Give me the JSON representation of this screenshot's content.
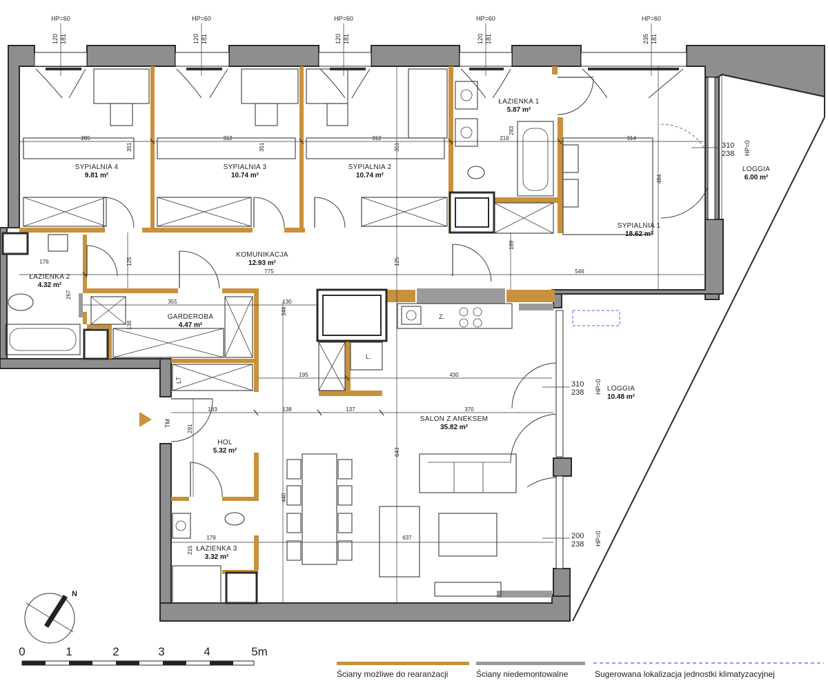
{
  "rooms": {
    "sypialnia4": {
      "name": "SYPIALNIA 4",
      "area": "9.81 m²"
    },
    "sypialnia3": {
      "name": "SYPIALNIA 3",
      "area": "10.74 m²"
    },
    "sypialnia2": {
      "name": "SYPIALNIA 2",
      "area": "10.74 m²"
    },
    "lazienka1": {
      "name": "ŁAZIENKA 1",
      "area": "5.87 m²"
    },
    "sypialnia1": {
      "name": "SYPIALNIA 1",
      "area": "18.62 m²"
    },
    "loggia1": {
      "name": "LOGGIA",
      "area": "6.00 m²"
    },
    "komunikacja": {
      "name": "KOMUNIKACJA",
      "area": "12.93  m²"
    },
    "lazienka2": {
      "name": "ŁAZIENKA 2",
      "area": "4.32 m²"
    },
    "garderoba": {
      "name": "GARDEROBA",
      "area": "4.47 m²"
    },
    "salon": {
      "name": "SALON Z ANEKSEM",
      "area": "35.82 m²"
    },
    "loggia2": {
      "name": "LOGGIA",
      "area": "10.48 m²"
    },
    "hol": {
      "name": "HOL",
      "area": "5.32 m²"
    },
    "lazienka3": {
      "name": "ŁAZIENKA 3",
      "area": "3.32 m²"
    }
  },
  "windows": {
    "hp": [
      "HP=60",
      "HP=60",
      "HP=60",
      "HP=60",
      "HP=60"
    ],
    "w1": [
      "120",
      "181"
    ],
    "w2": [
      "120",
      "181"
    ],
    "w3": [
      "120",
      "181"
    ],
    "w4": [
      "120",
      "181"
    ],
    "w5": [
      "235",
      "181"
    ],
    "side1": [
      "310",
      "238",
      "HP=0"
    ],
    "side2": [
      "310",
      "238",
      "HP=0"
    ],
    "side3": [
      "200",
      "238",
      "HP=0"
    ]
  },
  "dims": {
    "d285": "285",
    "d312a": "312",
    "d312b": "312",
    "d216": "216",
    "d314": "314",
    "d351a": "351",
    "d351b": "351",
    "d351c": "351",
    "d283": "283",
    "d484": "484",
    "d176": "176",
    "d775": "775",
    "d546": "546",
    "d125a": "125",
    "d125b": "125",
    "d189": "189",
    "d267": "267",
    "d355": "355",
    "d130": "130",
    "d344": "344",
    "d138a": "138",
    "d195": "195",
    "d430": "430",
    "d183": "183",
    "d138b": "138",
    "d137": "137",
    "d370": "370",
    "d291": "291",
    "d643": "643",
    "d440": "440",
    "d637": "637",
    "d179": "179",
    "d215": "215"
  },
  "labels": {
    "fridge": "Z.",
    "shelf": "L.",
    "lt": "LT",
    "tm": "TM"
  },
  "compass": {
    "north": "N"
  },
  "scale": {
    "ticks": [
      "0",
      "1",
      "2",
      "3",
      "4",
      "5m"
    ]
  },
  "legend": {
    "items": [
      {
        "label": "Ściany możliwe do rearanżacji",
        "color": "#c8913b"
      },
      {
        "label": "Ściany niedemontowalne",
        "color": "#9b9b9b"
      },
      {
        "label": "Sugerowana lokalizacja jednostki klimatyzacyjnej",
        "color": "#5555ff"
      }
    ]
  },
  "colors": {
    "partition": "#c8913b",
    "structural": "#9b9b9b",
    "entrance": "#c8913b"
  }
}
